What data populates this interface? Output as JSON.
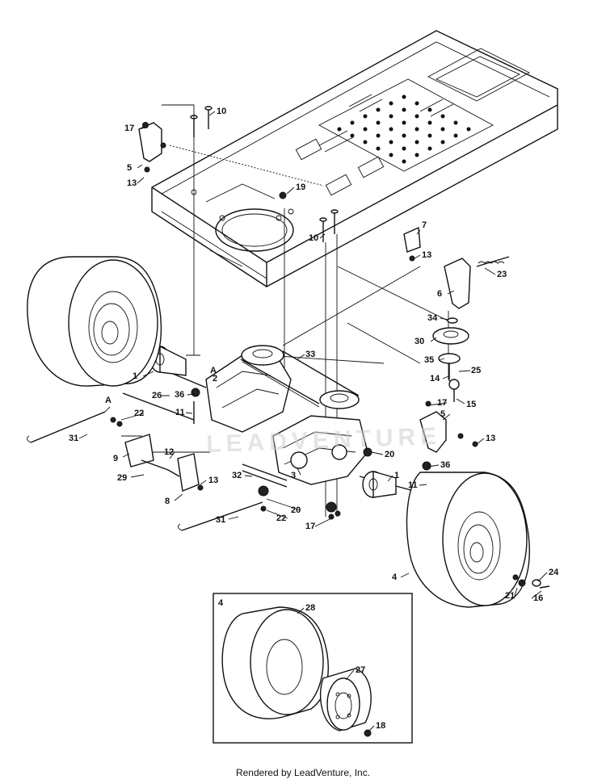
{
  "footer": {
    "text": "Rendered by LeadVenture, Inc."
  },
  "watermark": {
    "text": "LEADVENTURE"
  },
  "inset": {
    "label": "4"
  },
  "callouts": {
    "c10a": "10",
    "c17a": "17",
    "c5a": "5",
    "c13a": "13",
    "c19": "19",
    "c10b": "10",
    "c7": "7",
    "c13b": "13",
    "c23": "23",
    "c6": "6",
    "c34": "34",
    "c30": "30",
    "c35": "35",
    "c14": "14",
    "c25": "25",
    "c15": "15",
    "c33": "33",
    "c1a": "1",
    "c36a": "36",
    "c11a": "11",
    "c2": "2",
    "cAa": "A",
    "cAb": "A",
    "c26": "26",
    "c22a": "22",
    "c31a": "31",
    "c9": "9",
    "c12": "12",
    "c29": "29",
    "c13c": "13",
    "c8": "8",
    "c32": "32",
    "c3": "3",
    "c20a": "20",
    "c20b": "20",
    "c17b": "17",
    "c22b": "22",
    "c31b": "31",
    "c17c": "17",
    "c5b": "5",
    "c13d": "13",
    "c36b": "36",
    "c11b": "11",
    "c1b": "1",
    "c4": "4",
    "c24": "24",
    "c21": "21",
    "c16": "16",
    "c28": "28",
    "c27": "27",
    "c18": "18"
  }
}
